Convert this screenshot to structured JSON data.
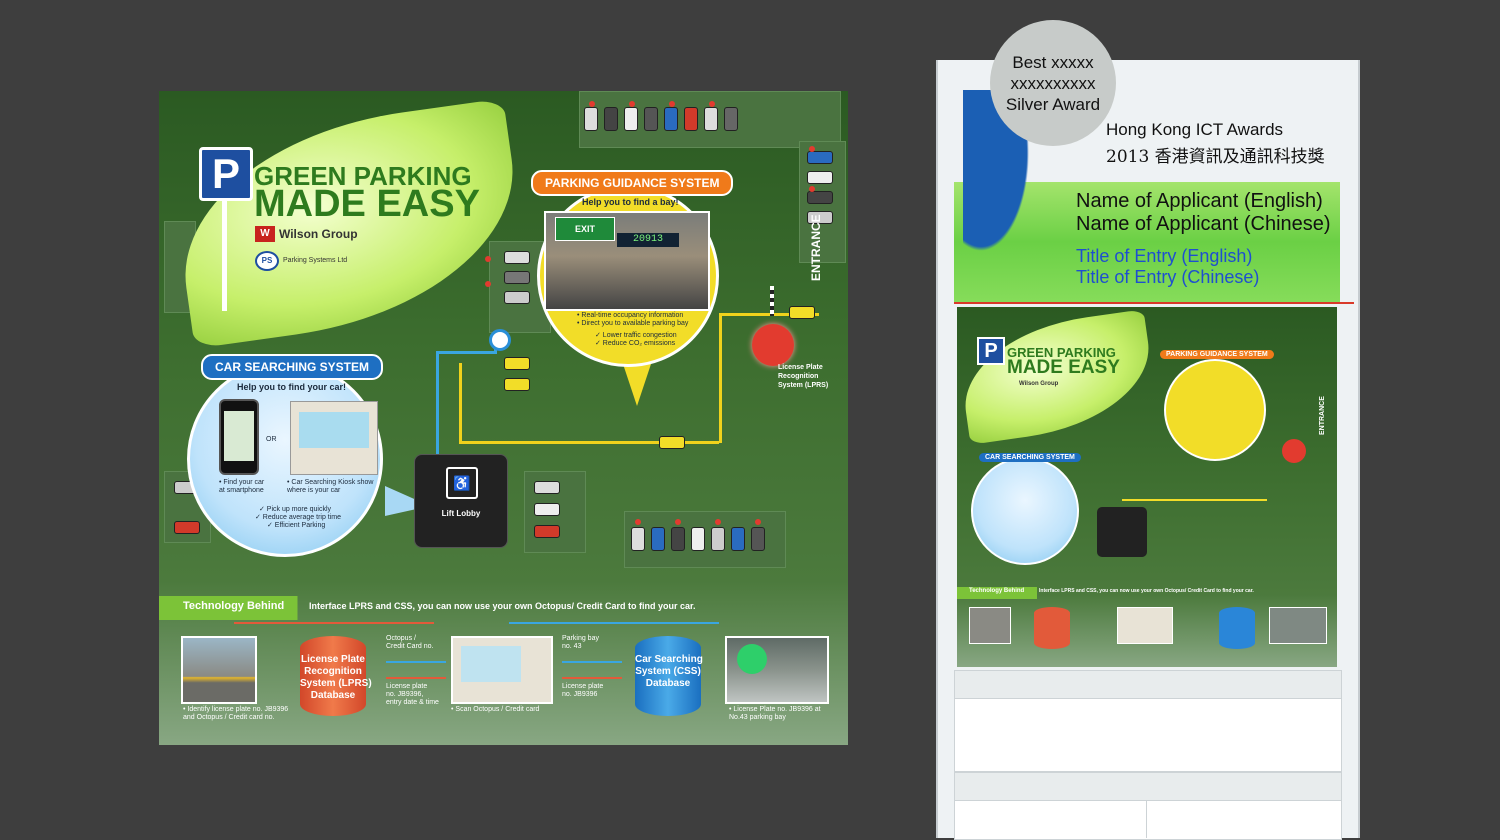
{
  "poster": {
    "sign_letter": "P",
    "title_line1": "GREEN PARKING",
    "title_line2": "MADE EASY",
    "brand_name": "Wilson Group",
    "brand_logo_text": "W",
    "partner_name": "Parking Systems Ltd",
    "partner_logo_text": "PS",
    "guidance": {
      "title": "PARKING GUIDANCE SYSTEM",
      "subtitle": "Help you to find a bay!",
      "sign_exit": "EXIT",
      "sign_bay": "20913",
      "bullets": [
        "• Real-time occupancy information",
        "• Direct you to available parking bay"
      ],
      "checks": [
        "✓ Lower traffic congestion",
        "✓ Reduce CO₂ emissions"
      ]
    },
    "car_search": {
      "title": "CAR SEARCHING SYSTEM",
      "subtitle": "Help you to find your car!",
      "or": "OR",
      "caption_phone": "• Find your car\nat smartphone",
      "caption_kiosk": "• Car Searching Kiosk show\nwhere is your car",
      "checks": [
        "✓ Pick up more quickly",
        "✓ Reduce average trip time",
        "✓ Efficient Parking"
      ]
    },
    "lift_label": "Lift Lobby",
    "lprs_label": "License Plate\nRecognition\nSystem (LPRS)",
    "entrance": "ENTRANCE",
    "tech": {
      "title": "Technology Behind",
      "intro": "Interface LPRS and CSS, you can now use your own Octopus/ Credit Card to find your car.",
      "lprs_db": "License Plate\nRecognition\nSystem (LPRS)\nDatabase",
      "css_db": "Car Searching\nSystem (CSS)\nDatabase",
      "arrow1_top": "Octopus /\nCredit Card no.",
      "arrow1_bottom": "License plate\nno. JB9396,\nentry date & time",
      "arrow2_top": "Parking bay\nno. 43",
      "arrow2_bottom": "License plate\nno. JB9396",
      "cap1": "• Identify license plate no. JB9396\nand Octopus / Credit card no.",
      "cap2": "• Scan Octopus / Credit card",
      "cap3": "• License Plate no. JB9396 at\nNo.43 parking bay"
    }
  },
  "panel": {
    "award": [
      "Best xxxxx",
      "xxxxxxxxxx",
      "Silver Award"
    ],
    "awards_name": "Hong Kong ICT Awards",
    "awards_year": "2013 香港資訊及通訊科技獎",
    "applicant_en": "Name of Applicant (English)",
    "applicant_zh": "Name of Applicant (Chinese)",
    "entry_en": "Title of Entry (English)",
    "entry_zh": "Title of Entry (Chinese)"
  },
  "colors": {
    "background": "#3e3e3e",
    "poster_green": "#3d6e2f",
    "accent_orange": "#f07a1a",
    "accent_blue": "#1e6fc2",
    "accent_yellow": "#f2dd28",
    "accent_red": "#e23b2f"
  }
}
